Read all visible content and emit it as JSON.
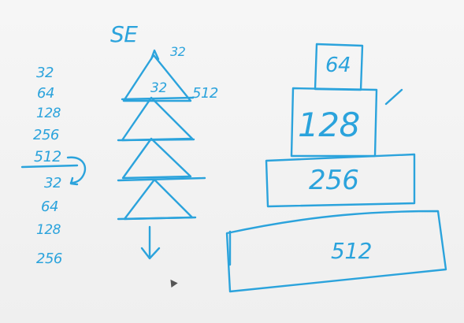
{
  "left_list": {
    "before": [
      "32",
      "64",
      "128",
      "256",
      "512"
    ],
    "after": [
      "32",
      "64",
      "128",
      "256"
    ]
  },
  "tree": {
    "title": "SE",
    "top_label": "32",
    "inner_label": "32",
    "side_label": "512"
  },
  "pyramid": {
    "levels": [
      "64",
      "128",
      "256",
      "512"
    ]
  },
  "colors": {
    "ink": "#2ba3dc",
    "background": "#f3f3f3"
  }
}
